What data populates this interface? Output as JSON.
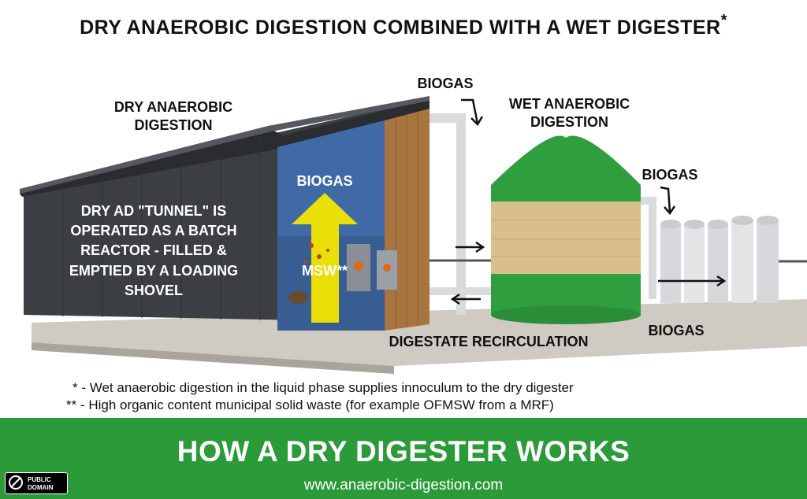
{
  "title": {
    "text": "DRY ANAEROBIC DIGESTION COMBINED WITH A WET DIGESTER",
    "mark": "*"
  },
  "labels": {
    "dry_ad": [
      "DRY ANAEROBIC",
      "DIGESTION"
    ],
    "wet_ad": [
      "WET ANAEROBIC",
      "DIGESTION"
    ],
    "biogas_top": "BIOGAS",
    "biogas_tunnel": "BIOGAS",
    "biogas_right": "BIOGAS",
    "biogas_bottom": "BIOGAS",
    "msw": "MSW**",
    "tunnel_text": [
      "DRY AD \"TUNNEL\" IS",
      "OPERATED AS A BATCH",
      "REACTOR - FILLED &",
      "EMPTIED BY A LOADING",
      "SHOVEL"
    ],
    "digestate": "DIGESTATE RECIRCULATION"
  },
  "notes": {
    "note1": "* - Wet anaerobic digestion in the liquid phase supplies innoculum to the dry digester",
    "note2": "** - High organic content municipal solid waste (for example OFMSW from a MRF)"
  },
  "footer": {
    "title": "HOW A DRY DIGESTER WORKS",
    "url": "www.anaerobic-digestion.com",
    "badge_line1": "PUBLIC",
    "badge_line2": "DOMAIN"
  },
  "colors": {
    "footer_green": "#2b9a39",
    "tank_green": "#2f9e3e",
    "tank_band": "#d9c08a",
    "building_dark": "#3b3e42",
    "tunnel_blue": "#3f6aa6",
    "arrow_yellow": "#f2e600",
    "wood": "#a8743f"
  }
}
